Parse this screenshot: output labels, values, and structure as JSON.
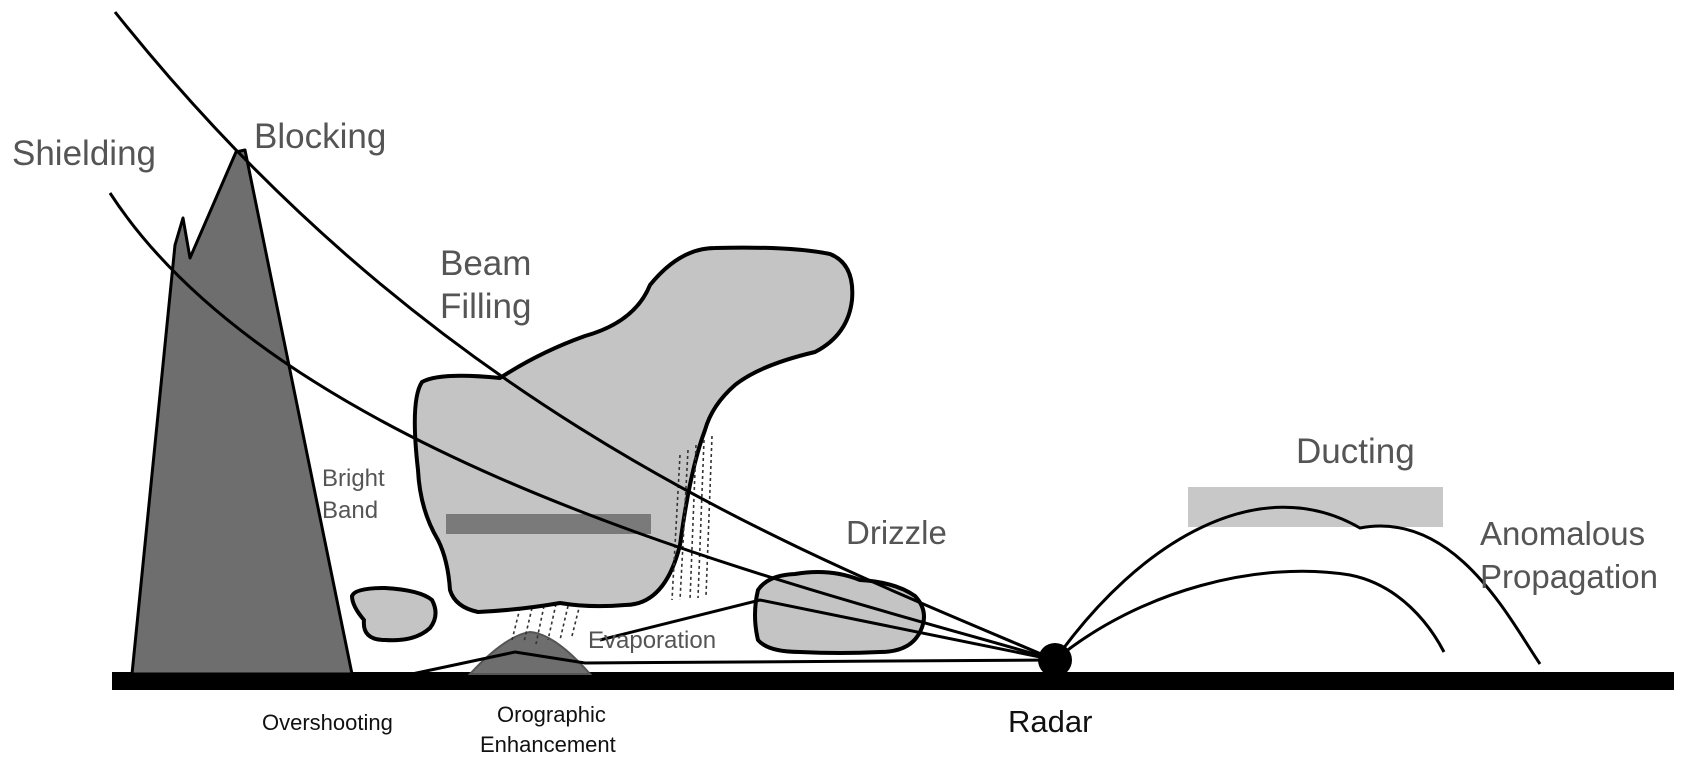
{
  "labels": {
    "shielding": "Shielding",
    "blocking": "Blocking",
    "beam_filling_1": "Beam",
    "beam_filling_2": "Filling",
    "bright_band_1": "Bright",
    "bright_band_2": "Band",
    "drizzle": "Drizzle",
    "ducting": "Ducting",
    "anomalous_1": "Anomalous",
    "anomalous_2": "Propagation",
    "evaporation": "Evaporation",
    "overshooting": "Overshooting",
    "orographic_1": "Orographic",
    "orographic_2": "Enhancement",
    "radar": "Radar"
  },
  "colors": {
    "mountain": "#6e6e6e",
    "cloud": "#c4c4c4",
    "bright_band": "#7a7a7a",
    "ducting_layer": "#c8c8c8",
    "ground": "#000000",
    "label_text": "#555555"
  }
}
